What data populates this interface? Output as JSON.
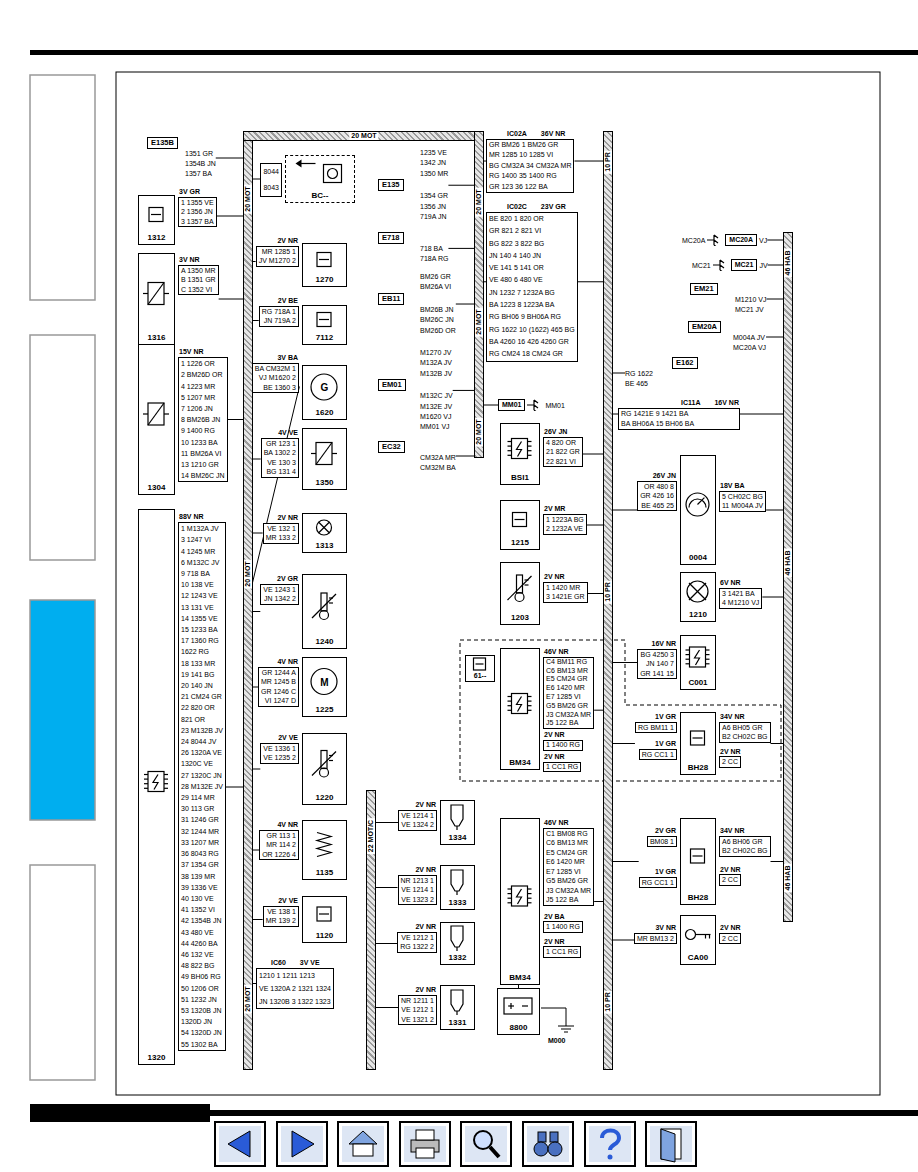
{
  "diagram": {
    "nodes": [
      {
        "text": [
          "20 MOT",
          "20 MOT",
          "20 MOT"
        ]
      },
      {
        "text": [
          "20 MOT"
        ]
      },
      {
        "text": [
          "20 MOT",
          "20 MOT",
          "20 MOT"
        ]
      },
      {
        "text": [
          "10 PR",
          "10 PR",
          "10 PR"
        ]
      },
      {
        "text": [
          "46 HAB",
          "46 HAB",
          "46 HAB"
        ]
      },
      {
        "text": [
          "22 MOT/C"
        ]
      },
      {
        "text": [
          "E135B",
          "1351 GR",
          "1354B JN",
          "1357 BA"
        ]
      },
      {
        "text": [
          "1312",
          "3V GR",
          "1 1355 VE",
          "2 1356 JN",
          "3 1357 BA"
        ]
      },
      {
        "text": [
          "1316",
          "3V NR",
          "A 1350 MR",
          "B 1351 GR",
          "C 1352 VI"
        ]
      },
      {
        "text": [
          "1304",
          "15V NR",
          "1 1226 OR",
          "2 BM26D OR",
          "4 1223 MR",
          "5 1207 MR",
          "7 1206 JN",
          "8 BM26B JN",
          "9 1400 RG",
          "10 1233 BA",
          "11 BM26A VI",
          "13 1210 GR",
          "14 BM26C JN"
        ]
      },
      {
        "text": [
          "1320",
          "88V NR",
          "1 M132A JV",
          "3 1247 VI",
          "4 1245 MR",
          "6 M132C JV",
          "9 718 BA",
          "10 138 VE",
          "12 1243 VE",
          "13 131 VE",
          "14 1355 VE",
          "15 1233 BA",
          "17 1360 RG",
          "1622 RG",
          "18 133 MR",
          "19 141 BG",
          "20 140 JN",
          "21 CM24 GR",
          "22 820 OR",
          "821 OR",
          "23 M132B JV",
          "24 8044 JV",
          "26 1320A VE",
          "1320C VE",
          "27 1320C JN",
          "28 M132E JV",
          "29 114 MR",
          "30 113 GR",
          "31 1246 GR",
          "32 1244 MR",
          "33 1207 MR",
          "36 8043 RG",
          "37 1354 GR",
          "38 139 MR",
          "39 1336 VE",
          "40 130 VE",
          "41 1352 VI",
          "42 1354B JN",
          "43 480 VE",
          "44 4260 BA",
          "46 132 VE",
          "48 822 BG",
          "49 BH06 RG",
          "50 1206 OR",
          "51 1232 JN",
          "53 1320B JN",
          "1320D JN",
          "54 1320D JN",
          "55 1302 BA"
        ]
      },
      {
        "text": [
          "8044",
          "8043",
          "BC--"
        ]
      },
      {
        "text": [
          "1270",
          "2V NR",
          "MR 1285 1",
          "JV M1270 2"
        ]
      },
      {
        "text": [
          "7112",
          "2V BE",
          "RG 718A 1",
          "JN 719A 2"
        ]
      },
      {
        "text": [
          "1620",
          "G",
          "3V BA",
          "BA CM32M 1",
          "VJ M1620 2",
          "BE 1360 3"
        ]
      },
      {
        "text": [
          "1350",
          "4V VE",
          "GR 123 1",
          "BA 1302 2",
          "VE 130 3",
          "BG 131 4"
        ]
      },
      {
        "text": [
          "1313",
          "2V NR",
          "VE 132 1",
          "MR 133 2"
        ]
      },
      {
        "text": [
          "1240",
          "2V GR",
          "VE 1243 1",
          "JN 1342 2"
        ]
      },
      {
        "text": [
          "1225",
          "M",
          "4V NR",
          "GR 1244 A",
          "MR 1245 B",
          "GR 1246 C",
          "VI 1247 D"
        ]
      },
      {
        "text": [
          "1220",
          "2V VE",
          "VE 1336 1",
          "VE 1235 2"
        ]
      },
      {
        "text": [
          "1135",
          "4V NR",
          "GR 113 1",
          "MR 114 2",
          "OR 1226 4"
        ]
      },
      {
        "text": [
          "1120",
          "2V VE",
          "VE 138 1",
          "MR 139 2"
        ]
      },
      {
        "text": [
          "IC60",
          "3V VE",
          "1210 1 1211 1213",
          "VE 1320A 2 1321 1324",
          "JN 1320B 3 1322 1323"
        ]
      },
      {
        "text": [
          "E135",
          "1235 VE",
          "1342 JN",
          "1350 MR",
          "1354 GR",
          "1356 JN",
          "719A JN"
        ]
      },
      {
        "text": [
          "E718",
          "718 BA",
          "718A RG"
        ]
      },
      {
        "text": [
          "EB11",
          "BM26 GR",
          "BM26A VI",
          "BM26B JN",
          "BM26C JN",
          "BM26D OR"
        ]
      },
      {
        "text": [
          "EM01",
          "M1270 JV",
          "M132A JV",
          "M132B JV",
          "M132C JV",
          "M132E JV",
          "M1620 VJ",
          "MM01 VJ"
        ]
      },
      {
        "text": [
          "EC32",
          "CM32A MR",
          "CM32M BA"
        ]
      },
      {
        "text": [
          "MM01",
          "MM01"
        ]
      },
      {
        "text": [
          "IC02A",
          "36V NR",
          "GR BM26 1 BM26 GR",
          "MR 1285 10 1285 VI",
          "BG CM32A 34 CM32A MR",
          "RG 1400 35 1400 RG",
          "GR 123 36 122 BA"
        ]
      },
      {
        "text": [
          "IC02C",
          "23V GR",
          "BE 820 1 820 OR",
          "GR 821 2 821 VI",
          "BG 822 3 822 BG",
          "JN 140 4 140 JN",
          "VE 141 5 141 OR",
          "VE 480 6 480 VE",
          "JN 1232 7 1232A BG",
          "BA 1223 8 1223A BA",
          "RG BH06 9 BH06A RG",
          "RG 1622 10 (1622) 465 BG",
          "BA 4260 16 426 4260 GR",
          "RG CM24 18 CM24 GR"
        ]
      },
      {
        "text": [
          "MC20A",
          "MC20A",
          "VJ"
        ]
      },
      {
        "text": [
          "MC21",
          "MC21",
          "JV"
        ]
      },
      {
        "text": [
          "EM21",
          "M1210 VJ",
          "MC21 JV"
        ]
      },
      {
        "text": [
          "EM20A",
          "M004A JV",
          "MC20A VJ"
        ]
      },
      {
        "text": [
          "E162",
          "RG 1622",
          "BE 465"
        ]
      },
      {
        "text": [
          "IC11A",
          "16V NR",
          "RG 1421E 9 1421 BA",
          "BA BH06A 15 BH06 BA"
        ]
      },
      {
        "text": [
          "BSI1",
          "26V JN",
          "4 820 OR",
          "21 822 GR",
          "22 821 VI"
        ]
      },
      {
        "text": [
          "0004",
          "26V JN",
          "OR 480 8",
          "GR 426 16",
          "BE 465 25",
          "18V BA",
          "5 CH02C BG",
          "11 M004A JV"
        ]
      },
      {
        "text": [
          "1215",
          "2V MR",
          "1 1223A BG",
          "2 1232A VE"
        ]
      },
      {
        "text": [
          "1203",
          "2V NR",
          "1 1420 MR",
          "3 1421E GR"
        ]
      },
      {
        "text": [
          "1210",
          "6V NR",
          "3 1421 BA",
          "4 M1210 VJ"
        ]
      },
      {
        "text": [
          "C001",
          "16V NR",
          "BG 4250 3",
          "JN 140 7",
          "GR 141 15"
        ]
      },
      {
        "text": [
          "61--"
        ]
      },
      {
        "text": [
          "BM34",
          "46V NR",
          "C4 BM11 RG",
          "C6 BM13 MR",
          "E5 CM24 GR",
          "E6 1420 MR",
          "E7 1285 VI",
          "G5 BM26 GR",
          "J3 CM32A MR",
          "J5 122 BA",
          "2V NR",
          "1 1400 RG",
          "2V NR",
          "1 CC1 RG"
        ]
      },
      {
        "text": [
          "BH28",
          "1V GR",
          "RG BM11 1",
          "34V NR",
          "A6 BH05 GR",
          "B2 CH02C BG",
          "1V GR",
          "RG CC1 1",
          "2V NR",
          "2 CC"
        ]
      },
      {
        "text": [
          "1334",
          "2V NR",
          "VE 1214 1",
          "VE 1324 2"
        ]
      },
      {
        "text": [
          "1333",
          "2V NR",
          "NR 1213 1",
          "VE 1214 1",
          "VE 1323 2"
        ]
      },
      {
        "text": [
          "1332",
          "2V NR",
          "VE 1212 1",
          "RG 1322 2"
        ]
      },
      {
        "text": [
          "1331",
          "2V NR",
          "NR 1211 1",
          "VE 1212 1",
          "VE 1321 2"
        ]
      },
      {
        "text": [
          "BM34",
          "46V NR",
          "C1 BM08 RG",
          "C6 BM13 MR",
          "E5 CM24 GR",
          "E6 1420 MR",
          "E7 1285 VI",
          "G5 BM26 GR",
          "J3 CM32A MR",
          "J5 122 BA",
          "2V BA",
          "1 1400 RG",
          "2V NR",
          "1 CC1 RG"
        ]
      },
      {
        "text": [
          "BH28",
          "2V GR",
          "BM08 1",
          "1V GR",
          "RG CC1 1",
          "34V NR",
          "A6 BH06 GR",
          "B2 CH02C BG",
          "2V NR",
          "2 CC"
        ]
      },
      {
        "text": [
          "CA00",
          "3V NR",
          "MR BM13 2",
          "2V NR",
          "2 CC"
        ]
      },
      {
        "text": [
          "8800"
        ]
      }
    ],
    "edges": [
      {
        "from": 6,
        "to": 0,
        "arrow": "none"
      },
      {
        "from": 7,
        "to": 0,
        "arrow": "none"
      },
      {
        "from": 8,
        "to": 0,
        "arrow": "none"
      },
      {
        "from": 9,
        "to": 0,
        "arrow": "none"
      },
      {
        "from": 10,
        "to": 0,
        "arrow": "none"
      },
      {
        "from": 11,
        "to": 0,
        "arrow": "none"
      },
      {
        "from": 12,
        "to": 0,
        "arrow": "none"
      },
      {
        "from": 13,
        "to": 0,
        "arrow": "none"
      },
      {
        "from": 14,
        "to": 0,
        "arrow": "none"
      },
      {
        "from": 15,
        "to": 0,
        "arrow": "none"
      },
      {
        "from": 16,
        "to": 0,
        "arrow": "none"
      },
      {
        "from": 17,
        "to": 0,
        "arrow": "none"
      },
      {
        "from": 18,
        "to": 0,
        "arrow": "none"
      },
      {
        "from": 19,
        "to": 0,
        "arrow": "none"
      },
      {
        "from": 20,
        "to": 0,
        "arrow": "none"
      },
      {
        "from": 21,
        "to": 0,
        "arrow": "none"
      },
      {
        "from": 22,
        "to": 0,
        "arrow": "none"
      },
      {
        "from": 23,
        "to": 2,
        "arrow": "none"
      },
      {
        "from": 24,
        "to": 2,
        "arrow": "none"
      },
      {
        "from": 25,
        "to": 2,
        "arrow": "none"
      },
      {
        "from": 26,
        "to": 2,
        "arrow": "none"
      },
      {
        "from": 27,
        "to": 2,
        "arrow": "none"
      },
      {
        "from": 28,
        "to": 2,
        "arrow": "none"
      },
      {
        "from": 29,
        "to": 2,
        "arrow": "none"
      },
      {
        "from": 29,
        "to": 3,
        "arrow": "none"
      },
      {
        "from": 30,
        "to": 2,
        "arrow": "none"
      },
      {
        "from": 30,
        "to": 3,
        "arrow": "none"
      },
      {
        "from": 31,
        "to": 4,
        "arrow": "none"
      },
      {
        "from": 32,
        "to": 4,
        "arrow": "none"
      },
      {
        "from": 33,
        "to": 4,
        "arrow": "none"
      },
      {
        "from": 34,
        "to": 4,
        "arrow": "none"
      },
      {
        "from": 35,
        "to": 3,
        "arrow": "none"
      },
      {
        "from": 36,
        "to": 3,
        "arrow": "none"
      },
      {
        "from": 36,
        "to": 4,
        "arrow": "none"
      },
      {
        "from": 37,
        "to": 3,
        "arrow": "none"
      },
      {
        "from": 38,
        "to": 3,
        "arrow": "none"
      },
      {
        "from": 38,
        "to": 4,
        "arrow": "none"
      },
      {
        "from": 39,
        "to": 3,
        "arrow": "none"
      },
      {
        "from": 40,
        "to": 3,
        "arrow": "none"
      },
      {
        "from": 41,
        "to": 4,
        "arrow": "none"
      },
      {
        "from": 42,
        "to": 3,
        "arrow": "none"
      },
      {
        "from": 44,
        "to": 3,
        "arrow": "none"
      },
      {
        "from": 45,
        "to": 3,
        "arrow": "none"
      },
      {
        "from": 45,
        "to": 4,
        "arrow": "none"
      },
      {
        "from": 46,
        "to": 5,
        "arrow": "none"
      },
      {
        "from": 47,
        "to": 5,
        "arrow": "none"
      },
      {
        "from": 48,
        "to": 5,
        "arrow": "none"
      },
      {
        "from": 49,
        "to": 5,
        "arrow": "none"
      },
      {
        "from": 50,
        "to": 3,
        "arrow": "none"
      },
      {
        "from": 51,
        "to": 3,
        "arrow": "none"
      },
      {
        "from": 51,
        "to": 4,
        "arrow": "none"
      },
      {
        "from": 52,
        "to": 3,
        "arrow": "none"
      },
      {
        "from": 53,
        "to": 50,
        "arrow": "none"
      }
    ],
    "labels": [
      "M000"
    ]
  }
}
